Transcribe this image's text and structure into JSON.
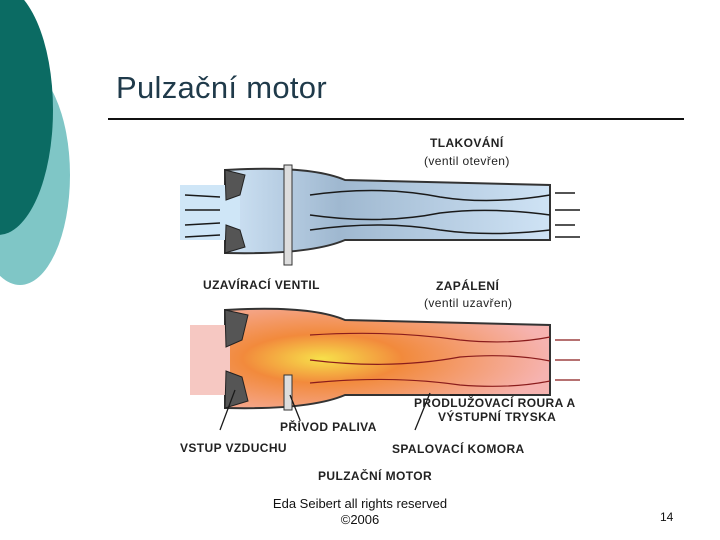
{
  "slide": {
    "title": "Pulzační motor",
    "footer_line1": "Eda Seibert all rights reserved",
    "footer_line2": "©2006",
    "page_number": "14"
  },
  "diagram": {
    "labels": {
      "pressurization": "TLAKOVÁNÍ",
      "pressurization_note": "(ventil otevřen)",
      "closing_valve": "UZAVÍRACÍ VENTIL",
      "ignition": "ZAPÁLENÍ",
      "ignition_note": "(ventil uzavřen)",
      "extension_tube_line1": "PRODLUŽOVACÍ ROURA A",
      "extension_tube_line2": "VÝSTUPNÍ TRYSKA",
      "fuel_supply": "PŘÍVOD PALIVA",
      "air_intake": "VSTUP VZDUCHU",
      "combustion_chamber": "SPALOVACÍ KOMORA",
      "caption": "PULZAČNÍ MOTOR"
    }
  },
  "colors": {
    "deco_dark": "#0b6b63",
    "deco_light": "#7fc6c6",
    "cold_gas": "#a7c8e6",
    "hot_gas_outer": "#f6a19a",
    "hot_gas_core": "#f5d34a"
  }
}
